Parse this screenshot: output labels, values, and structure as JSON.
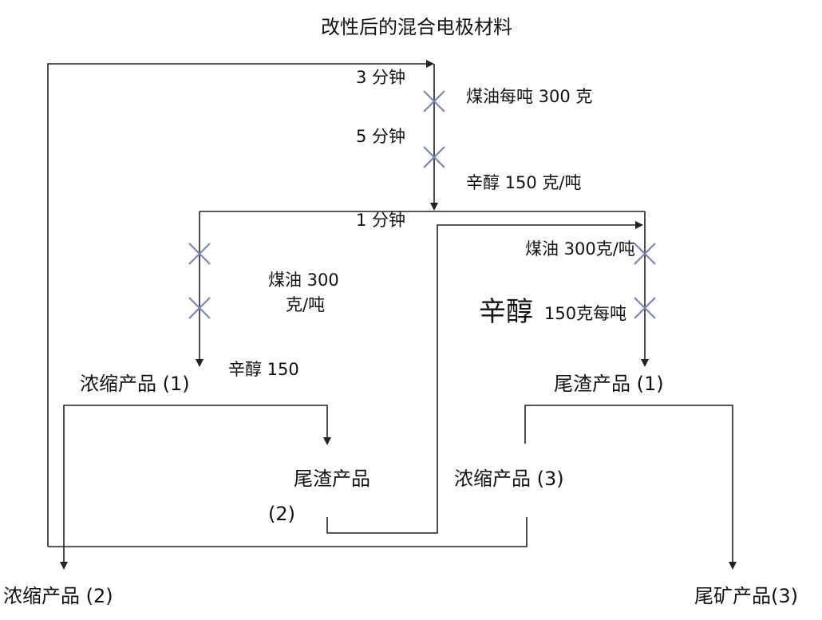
{
  "title": "改性后的混合电极材料",
  "steps": {
    "t3": "3 分钟",
    "t5": "5 分钟",
    "t1": "1 分钟"
  },
  "reagents": {
    "kerosene_main": "煤油每吨 300 克",
    "octanol_main": "辛醇 150 克/吨",
    "kerosene_left_1": "煤油 300",
    "kerosene_left_2": "克/吨",
    "octanol_left": "辛醇 150",
    "kerosene_right": "煤油 300克/吨",
    "octanol_right_big": "辛醇",
    "octanol_right_small": "150克每吨"
  },
  "products": {
    "concentrate_1": "浓缩产品 (1)",
    "tailings_1": "尾渣产品 (1)",
    "tailings_2_a": "尾渣产品",
    "tailings_2_b": "(2)",
    "concentrate_3": "浓缩产品 (3)",
    "concentrate_2": "浓缩产品 (2)",
    "tailings_3": "尾矿产品(3)"
  },
  "colors": {
    "line": "#222222",
    "cross": "#7b88b0"
  }
}
